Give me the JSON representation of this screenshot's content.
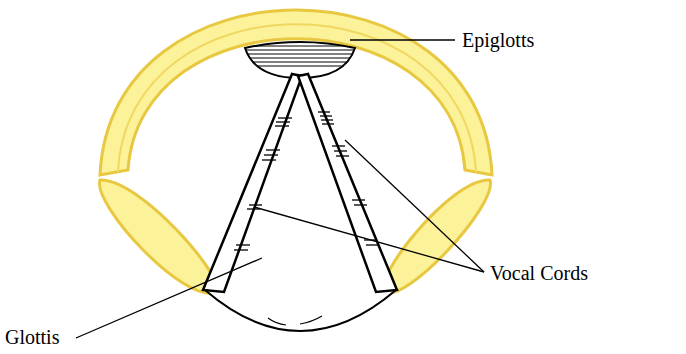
{
  "diagram": {
    "labels": [
      "Epiglotts",
      "Vocal Cords",
      "Glottis"
    ]
  }
}
